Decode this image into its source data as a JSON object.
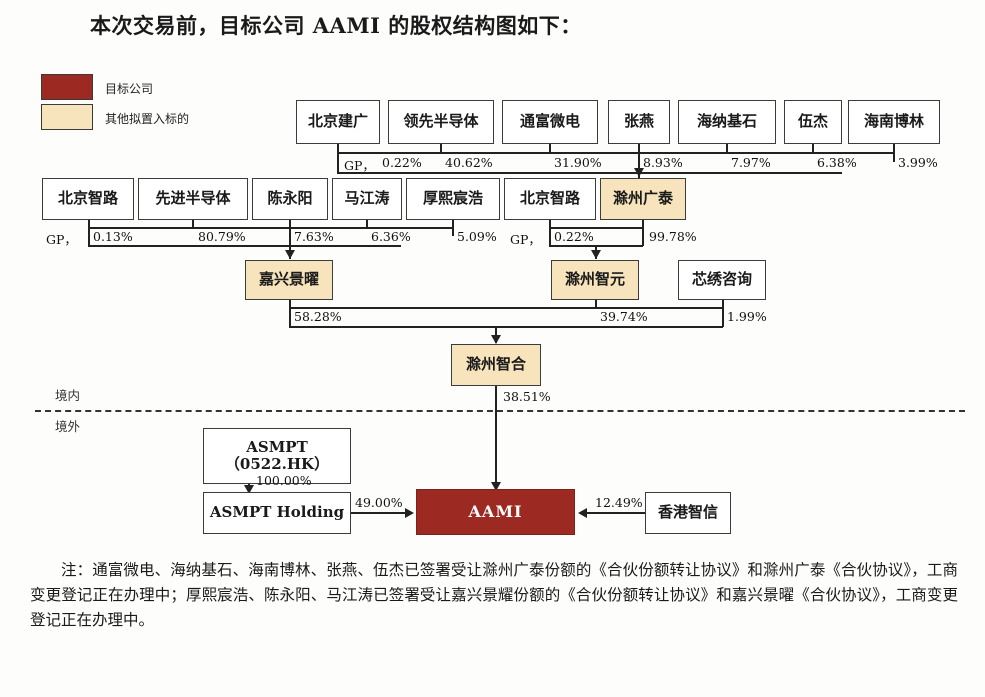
{
  "title": "本次交易前，目标公司 AAMI 的股权结构图如下：",
  "legend": [
    {
      "swatch_color": "#9c2a23",
      "label": "目标公司"
    },
    {
      "swatch_color": "#f7e4bd",
      "label": "其他拟置入标的"
    }
  ],
  "zones": {
    "domestic": "境内",
    "offshore": "境外"
  },
  "row1": {
    "nodes": [
      {
        "label": "北京建广"
      },
      {
        "label": "领先半导体"
      },
      {
        "label": "通富微电"
      },
      {
        "label": "张燕"
      },
      {
        "label": "海纳基石"
      },
      {
        "label": "伍杰"
      },
      {
        "label": "海南博林"
      }
    ],
    "gp_tag": "GP，",
    "pcts": [
      "0.22%",
      "40.62%",
      "31.90%",
      "8.93%",
      "7.97%",
      "6.38%",
      "3.99%"
    ]
  },
  "row2": {
    "nodes": [
      {
        "label": "北京智路"
      },
      {
        "label": "先进半导体"
      },
      {
        "label": "陈永阳"
      },
      {
        "label": "马江涛"
      },
      {
        "label": "厚熙宸浩"
      },
      {
        "label": "北京智路"
      },
      {
        "label": "滁州广泰",
        "fill": "cream"
      }
    ],
    "gp_tag_left": "GP，",
    "gp_tag_right": "GP，",
    "pcts": [
      "0.13%",
      "80.79%",
      "7.63%",
      "6.36%",
      "5.09%",
      "0.22%",
      "99.78%"
    ]
  },
  "row3": {
    "nodes": [
      {
        "label": "嘉兴景曜",
        "fill": "cream"
      },
      {
        "label": "滁州智元",
        "fill": "cream"
      },
      {
        "label": "芯绣咨询",
        "fill": "white"
      }
    ],
    "pcts": [
      "58.28%",
      "39.74%",
      "1.99%"
    ]
  },
  "row4": {
    "node": {
      "label": "滁州智合",
      "fill": "cream"
    },
    "pct": "38.51%"
  },
  "offshore": {
    "asmpt": {
      "line1": "ASMPT",
      "line2": "（0522.HK）"
    },
    "asmpt_holding": {
      "label": "ASMPT Holding"
    },
    "aami": {
      "label": "AAMI"
    },
    "hk_zhixin": {
      "label": "香港智信"
    },
    "pct_asmpt_to_holding": "100.00%",
    "pct_holding_to_aami": "49.00%",
    "pct_hk_to_aami": "12.49%"
  },
  "note": "注：通富微电、海纳基石、海南博林、张燕、伍杰已签署受让滁州广泰份额的《合伙份额转让协议》和滁州广泰《合伙协议》，工商变更登记正在办理中；厚熙宸浩、陈永阳、马江涛已签署受让嘉兴景耀份额的《合伙份额转让协议》和嘉兴景曜《合伙协议》，工商变更登记正在办理中。"
}
